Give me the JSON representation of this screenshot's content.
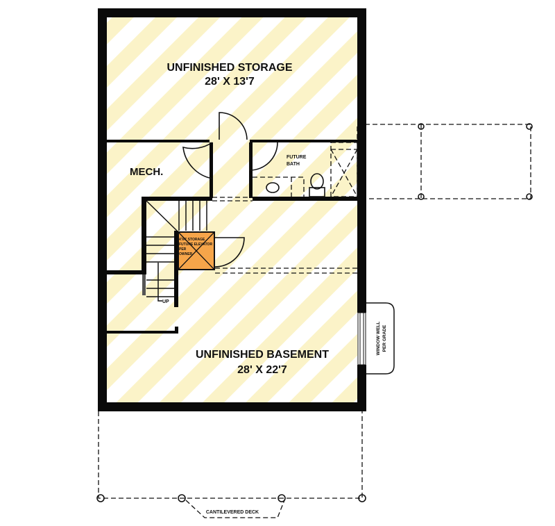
{
  "rooms": {
    "storage": {
      "name": "UNFINISHED STORAGE",
      "size": "28' X 13'7"
    },
    "mech": {
      "name": "MECH."
    },
    "bath": {
      "line1": "FUTURE",
      "line2": "BATH"
    },
    "basement": {
      "name": "UNFINISHED BASEMENT",
      "size": "28' X 22'7"
    },
    "elevator": {
      "line1": "4'X4' STORAGE",
      "line2": "FUTURE ELEVATOR",
      "line3": "PER",
      "line4": "OWNER"
    }
  },
  "labels": {
    "stair_up": "UP",
    "window_well_1": "WINDOW WELL",
    "window_well_2": "PER GRADE",
    "deck": "CANTILEVERED DECK"
  },
  "colors": {
    "stripe": "#fbf3c8",
    "elevator": "#f6a54a",
    "wall": "#0a0a0a"
  }
}
